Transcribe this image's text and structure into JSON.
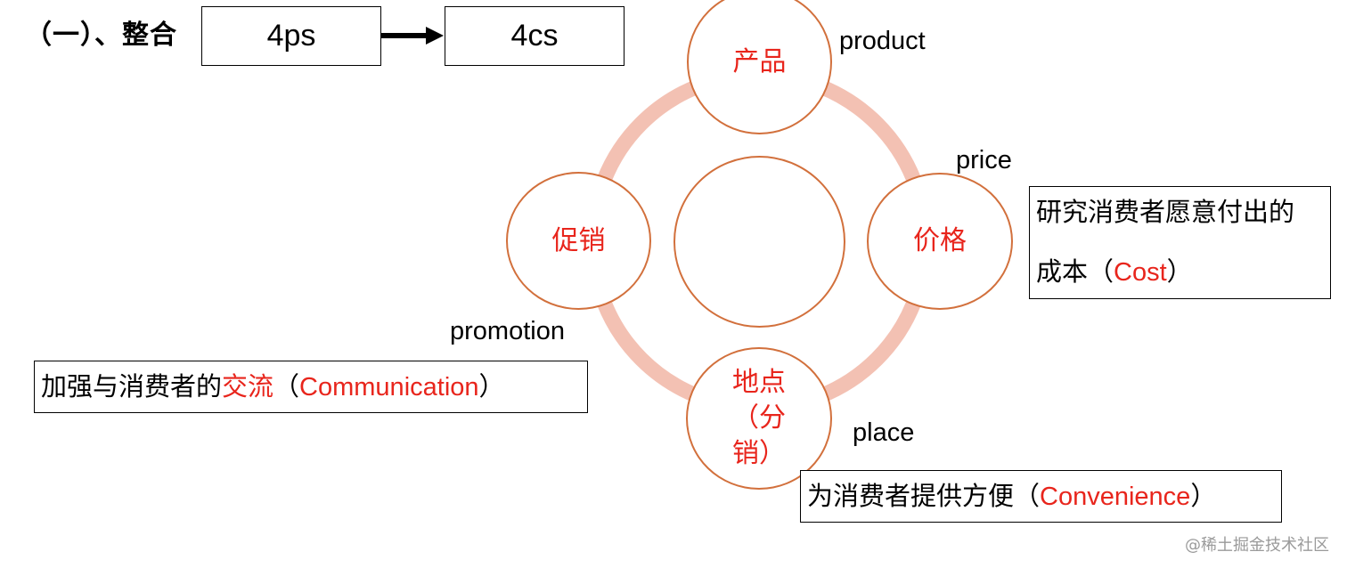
{
  "heading": "（一）、整合",
  "flow": {
    "from": "4ps",
    "to": "4cs",
    "colors": {
      "arrow": "#000000"
    }
  },
  "cycle": {
    "ring_color": "#f3c1b3",
    "node_border_color": "#d2703c",
    "node_text_color": "#e8251c",
    "nodes": {
      "product": {
        "cn": "产品",
        "en": "product"
      },
      "price": {
        "cn": "价格",
        "en": "price"
      },
      "place": {
        "cn_line1": "地点",
        "cn_line2": "（分",
        "cn_line3": "销）",
        "en": "place"
      },
      "promotion": {
        "cn": "促销",
        "en": "promotion"
      },
      "center": ""
    }
  },
  "cs": {
    "cost": {
      "line1": "研究消费者愿意付出的",
      "prefix": "成本（",
      "keyword": "Cost",
      "suffix": "）"
    },
    "communication": {
      "prefix": "加强与消费者的",
      "highlight": "交流",
      "open": "（",
      "keyword": "Communication",
      "suffix": "）"
    },
    "convenience": {
      "prefix": "为消费者提供方便（",
      "keyword": "Convenience",
      "suffix": "）"
    }
  },
  "watermark": "@稀土掘金技术社区"
}
